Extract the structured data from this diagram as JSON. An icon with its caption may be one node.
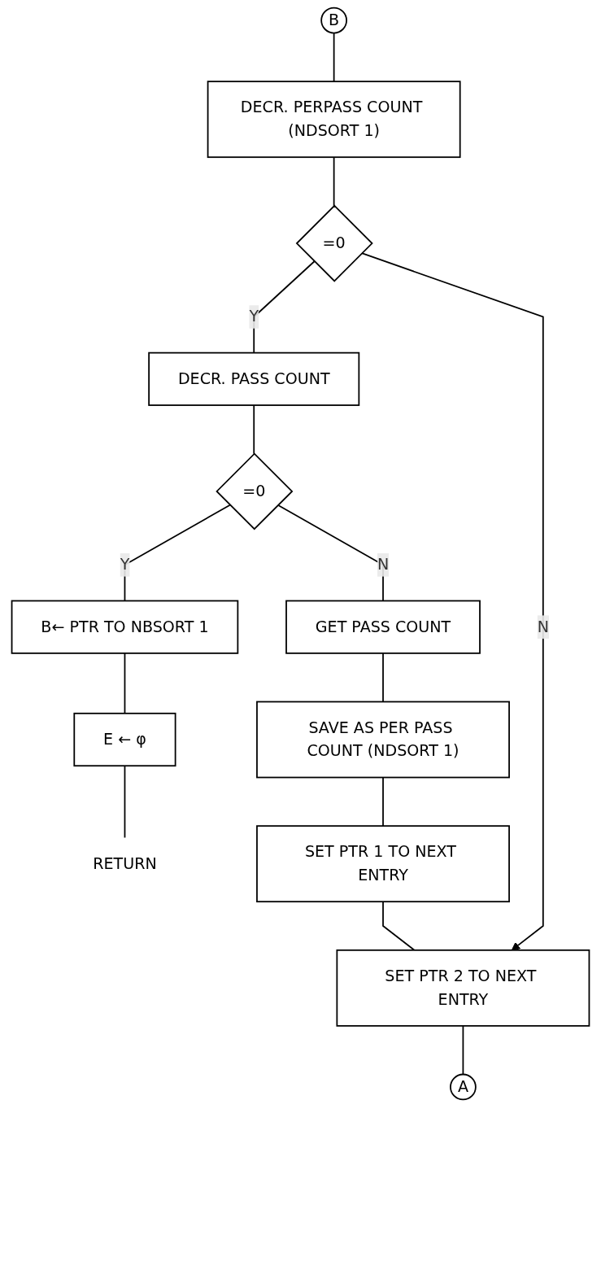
{
  "diagram": {
    "nodes": [
      {
        "text": [
          "B"
        ]
      },
      {
        "text": [
          "DECR. PERPASS COUNT (NDSORT 1)"
        ]
      },
      {
        "text": [
          "=0"
        ]
      },
      {
        "text": [
          "DECR. PASS COUNT"
        ]
      },
      {
        "text": [
          "=0"
        ]
      },
      {
        "text": [
          "B← PTR TO NBSORT 1"
        ]
      },
      {
        "text": [
          "E ← φ"
        ]
      },
      {
        "text": [
          "RETURN"
        ]
      },
      {
        "text": [
          "GET PASS COUNT"
        ]
      },
      {
        "text": [
          "SAVE AS PER PASS COUNT (NDSORT 1)"
        ]
      },
      {
        "text": [
          "SET PTR 1 TO NEXT ENTRY"
        ]
      },
      {
        "text": [
          "SET PTR 2 TO NEXT ENTRY"
        ]
      },
      {
        "text": [
          "A"
        ]
      }
    ],
    "edges": [
      {
        "from": 0,
        "to": 1,
        "arrow": "none"
      },
      {
        "from": 1,
        "to": 2,
        "arrow": "none"
      },
      {
        "from": 2,
        "to": 3,
        "arrow": "none",
        "label": "Y"
      },
      {
        "from": 2,
        "to": 11,
        "arrow": "to",
        "label": "N"
      },
      {
        "from": 3,
        "to": 4,
        "arrow": "none"
      },
      {
        "from": 4,
        "to": 5,
        "arrow": "none",
        "label": "Y"
      },
      {
        "from": 4,
        "to": 8,
        "arrow": "none",
        "label": "N"
      },
      {
        "from": 5,
        "to": 6,
        "arrow": "none"
      },
      {
        "from": 6,
        "to": 7,
        "arrow": "none"
      },
      {
        "from": 8,
        "to": 9,
        "arrow": "none"
      },
      {
        "from": 9,
        "to": 10,
        "arrow": "none"
      },
      {
        "from": 10,
        "to": 11,
        "arrow": "none"
      },
      {
        "from": 11,
        "to": 12,
        "arrow": "none"
      }
    ]
  }
}
